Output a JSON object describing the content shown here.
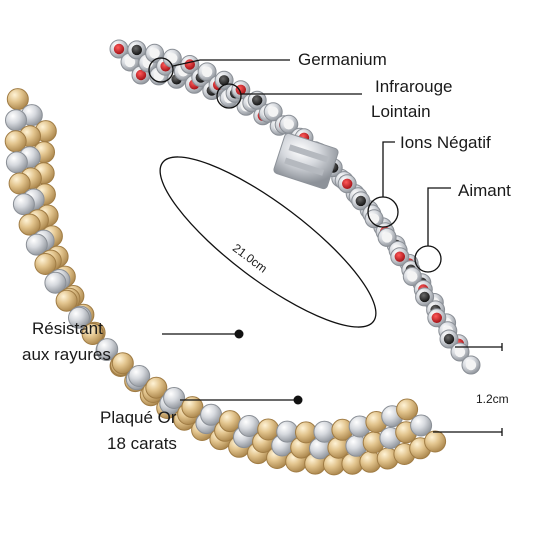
{
  "labels": {
    "germanium": "Germanium",
    "infrared_1": "Infrarouge",
    "infrared_2": "Lointain",
    "negative_ions": "Ions Négatif",
    "magnet": "Aimant",
    "scratch_1": "Résistant",
    "scratch_2": "aux rayures",
    "gold_1": "Plaqué Or",
    "gold_2": "18 carats",
    "length": "21.0cm",
    "width": "1.2cm"
  },
  "colors": {
    "silver": "#c9ccd1",
    "gold": "#d7b57b",
    "red_stone": "#c4161c",
    "black_stone": "#1e1e1e",
    "white_stone": "#f4f4f4",
    "callout_line": "#111111"
  }
}
